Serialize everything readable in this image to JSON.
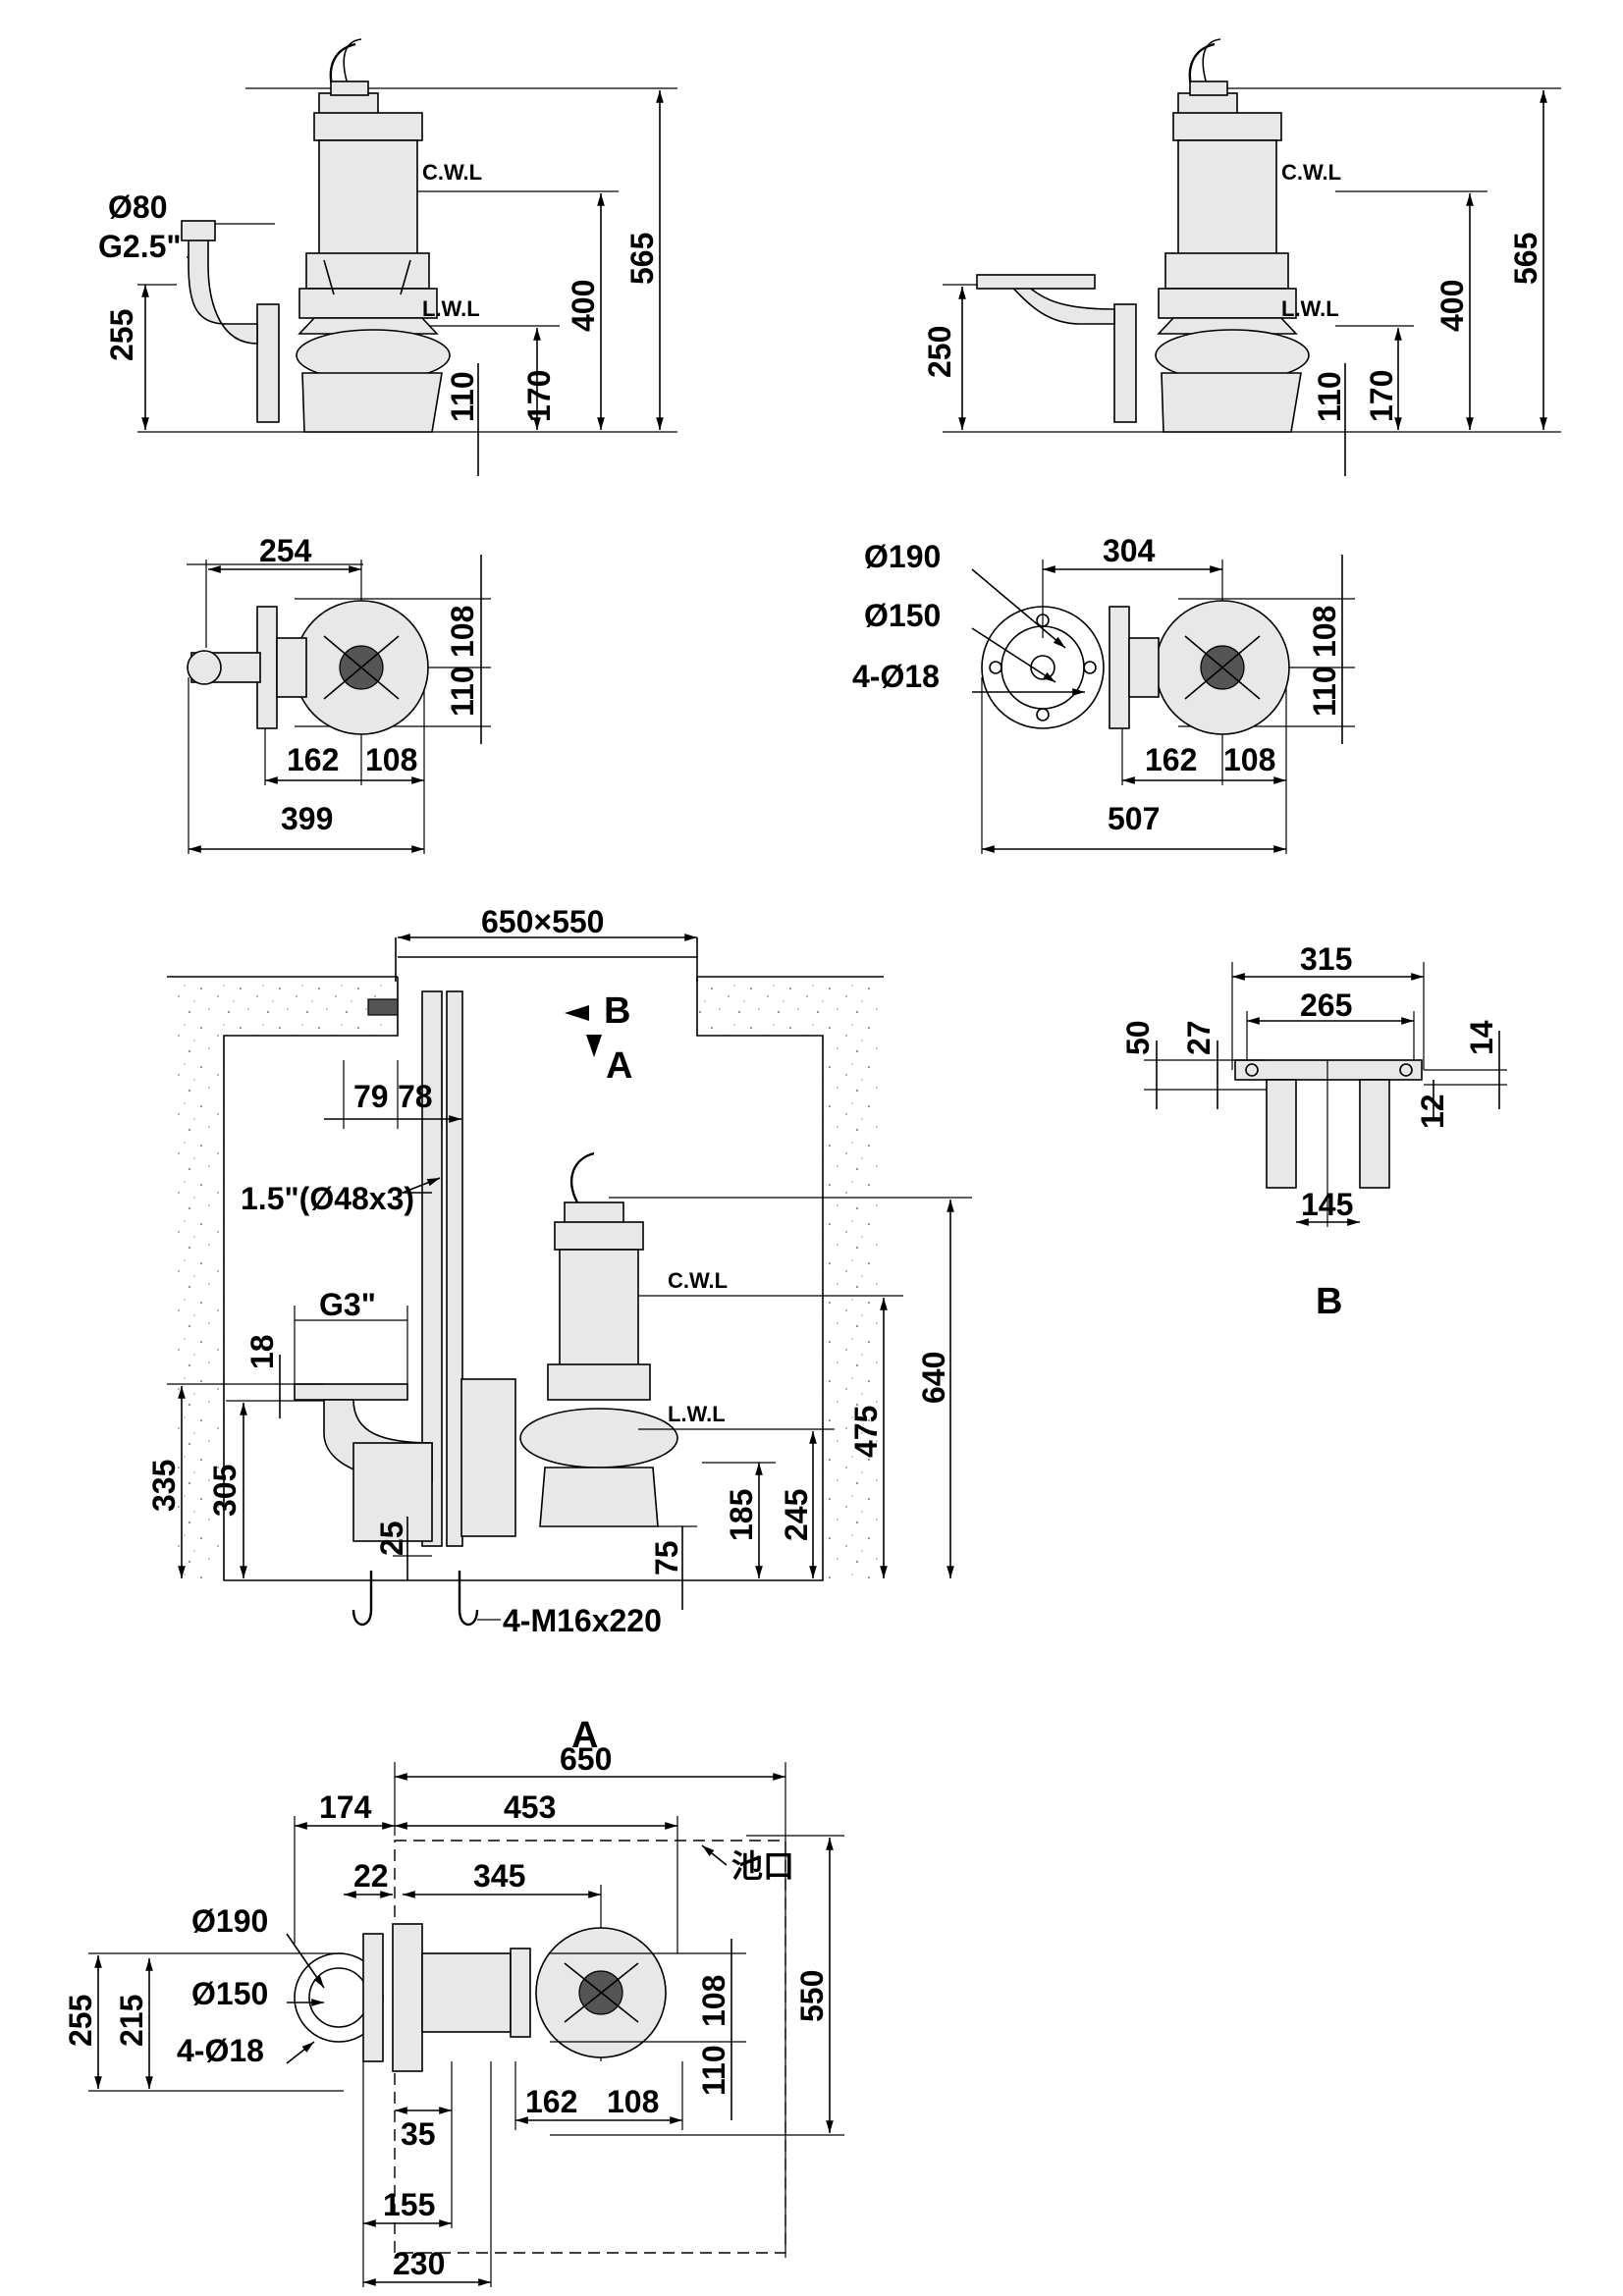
{
  "view1": {
    "d80": "Ø80",
    "g25": "G2.5\"",
    "d255": "255",
    "cwl": "C.W.L",
    "lwl": "L.W.L",
    "d400": "400",
    "d565": "565",
    "d170": "170",
    "d110": "110"
  },
  "view2": {
    "d250": "250",
    "cwl": "C.W.L",
    "lwl": "L.W.L",
    "d400": "400",
    "d565": "565",
    "d170": "170",
    "d110": "110"
  },
  "plan1": {
    "d254": "254",
    "d108v": "108",
    "d110v": "110",
    "d162": "162",
    "d108h": "108",
    "d399": "399"
  },
  "plan2": {
    "d190": "Ø190",
    "d150": "Ø150",
    "holes": "4-Ø18",
    "d304": "304",
    "d108v": "108",
    "d110v": "110",
    "d162": "162",
    "d108h": "108",
    "d507": "507"
  },
  "install": {
    "d650x550": "650×550",
    "secB": "B",
    "secA": "A",
    "d79": "79",
    "d78": "78",
    "rail": "1.5\"(Ø48x3)",
    "g3": "G3\"",
    "d18": "18",
    "cwl": "C.W.L",
    "lwl": "L.W.L",
    "d640": "640",
    "d475": "475",
    "d335": "335",
    "d305": "305",
    "d25": "25",
    "d75": "75",
    "d185": "185",
    "d245": "245",
    "bolts": "4-M16x220"
  },
  "detailB": {
    "d315": "315",
    "d265": "265",
    "d50": "50",
    "d27": "27",
    "d14": "14",
    "d12": "12",
    "d145": "145",
    "label": "B"
  },
  "viewA": {
    "label": "A",
    "d650": "650",
    "d174": "174",
    "d453": "453",
    "pit": "池口",
    "d22": "22",
    "d345": "345",
    "d190": "Ø190",
    "d150": "Ø150",
    "holes": "4-Ø18",
    "d255": "255",
    "d215": "215",
    "d108": "108",
    "d110": "110",
    "d550": "550",
    "d162": "162",
    "d108h": "108",
    "d35": "35",
    "d155": "155",
    "d230": "230"
  }
}
